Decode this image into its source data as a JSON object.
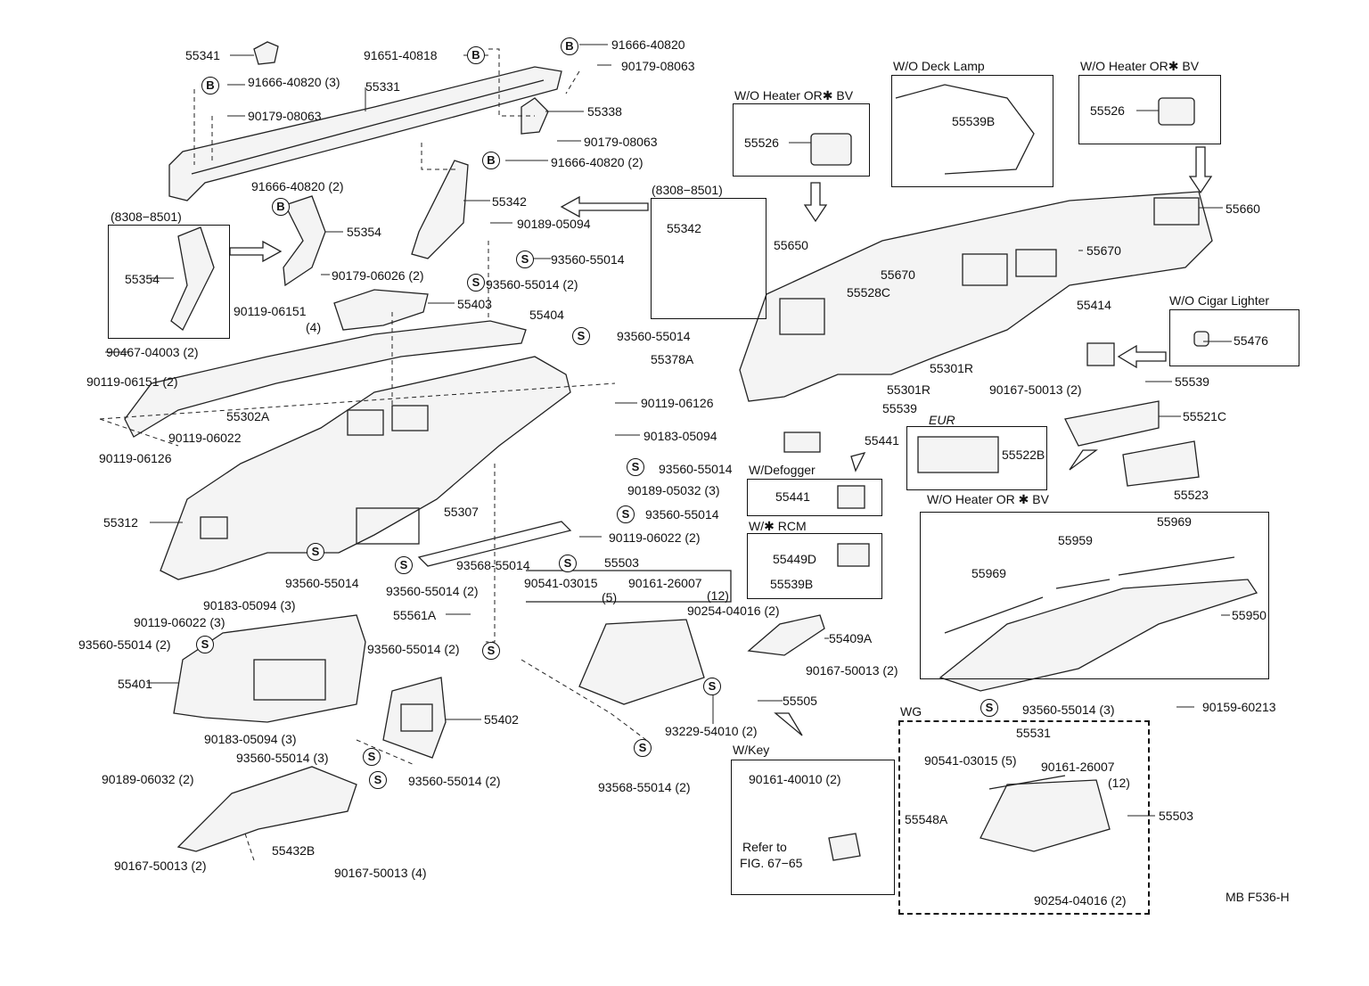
{
  "figure_code": "MB F536-H",
  "symbol_letters": {
    "bolt": "B",
    "screw": "S"
  },
  "parts": {
    "p55341": "55341",
    "p91651_40818": "91651-40818",
    "p91666_40820_a": "91666-40820",
    "p90179_08063_a": "90179-08063",
    "p91666_40820_3": "91666-40820 (3)",
    "p55331": "55331",
    "p90179_08063_b": "90179-08063",
    "p55338": "55338",
    "p90179_08063_c": "90179-08063",
    "p91666_40820_2a": "91666-40820 (2)",
    "p91666_40820_2b": "91666-40820 (2)",
    "p55342_a": "55342",
    "p90189_05094": "90189-05094",
    "p93560_55014_a": "93560-55014",
    "p55354_a": "55354",
    "p55354_b": "55354",
    "p90179_06026": "90179-06026 (2)",
    "p93560_55014_2a": "93560-55014 (2)",
    "p90119_06151_4": "90119-06151",
    "p90119_06151_4b": "(4)",
    "p55403": "55403",
    "p55404": "55404",
    "p90467_04003": "90467-04003 (2)",
    "p93560_55014_b": "93560-55014",
    "p55378A": "55378A",
    "p90119_06151_2": "90119-06151 (2)",
    "p55302A": "55302A",
    "p90119_06126_a": "90119-06126",
    "p90119_06022_a": "90119-06022",
    "p90183_05094_a": "90183-05094",
    "p90119_06126_b": "90119-06126",
    "p93560_55014_c": "93560-55014",
    "p90189_05032_3": "90189-05032 (3)",
    "p93560_55014_d": "93560-55014",
    "p55312": "55312",
    "p55307": "55307",
    "p90119_06022_2": "90119-06022 (2)",
    "p93560_55014_e": "93560-55014",
    "p93568_55014_a": "93568-55014",
    "p93560_55014_2b": "93560-55014 (2)",
    "p90183_05094_3a": "90183-05094 (3)",
    "p90119_06022_3": "90119-06022 (3)",
    "p55503_a": "55503",
    "p90541_03015_a": "90541-03015",
    "p90541_03015_a5": "(5)",
    "p90161_26007_a": "90161-26007",
    "p90161_26007_a12": "(12)",
    "p55561A": "55561A",
    "p93560_55014_2c": "93560-55014 (2)",
    "p93560_55014_2d": "93560-55014 (2)",
    "p55401": "55401",
    "p90254_04016_a": "90254-04016 (2)",
    "p55409A": "55409A",
    "p90167_50013_2a": "90167-50013 (2)",
    "p55505": "55505",
    "p93229_54010": "93229-54010 (2)",
    "p55402": "55402",
    "p90183_05094_3b": "90183-05094 (3)",
    "p93560_55014_3a": "93560-55014 (3)",
    "p93568_55014_2": "93568-55014 (2)",
    "p90189_06032": "90189-06032 (2)",
    "p93560_55014_2e": "93560-55014 (2)",
    "p55432B": "55432B",
    "p90167_50013_2b": "90167-50013 (2)",
    "p90167_50013_4": "90167-50013 (4)",
    "p55526_a": "55526",
    "p55539B_a": "55539B",
    "p55526_b": "55526",
    "p55342_b": "55342",
    "p55660": "55660",
    "p55650": "55650",
    "p55670_a": "55670",
    "p55670_b": "55670",
    "p55528C": "55528C",
    "p55414": "55414",
    "p55476": "55476",
    "p55301R_a": "55301R",
    "p55301R_b": "55301R",
    "p90167_50013_2c": "90167-50013 (2)",
    "p55539_a": "55539",
    "p55539_b": "55539",
    "p55521C": "55521C",
    "p55441_a": "55441",
    "p55522B": "55522B",
    "p55523": "55523",
    "p55441_b": "55441",
    "p55449D": "55449D",
    "p55539B_b": "55539B",
    "p55969_a": "55969",
    "p55959": "55959",
    "p55969_b": "55969",
    "p55950": "55950",
    "p93560_55014_3b": "93560-55014 (3)",
    "p90159_60213": "90159-60213",
    "p55531": "55531",
    "p90541_03015_b": "90541-03015 (5)",
    "p90161_26007_b": "90161-26007",
    "p90161_26007_b12": "(12)",
    "p55548A": "55548A",
    "p55503_b": "55503",
    "p90254_04016_b": "90254-04016 (2)",
    "p90161_40010": "90161-40010 (2)"
  },
  "captions": {
    "range_a": "(8308−8501)",
    "range_b": "(8308−8501)",
    "wo_heater_1": "W/O Heater OR✱ BV",
    "wo_deck_lamp": "W/O Deck Lamp",
    "wo_heater_2": "W/O Heater OR✱ BV",
    "wo_cigar": "W/O Cigar Lighter",
    "eur": "EUR",
    "wo_heater_3": "W/O Heater OR ✱ BV",
    "w_defogger": "W/Defogger",
    "w_rcm": "W/✱ RCM",
    "wg": "WG",
    "w_key": "W/Key",
    "refer_to": "Refer to",
    "fig_ref": "FIG. 67−65"
  }
}
